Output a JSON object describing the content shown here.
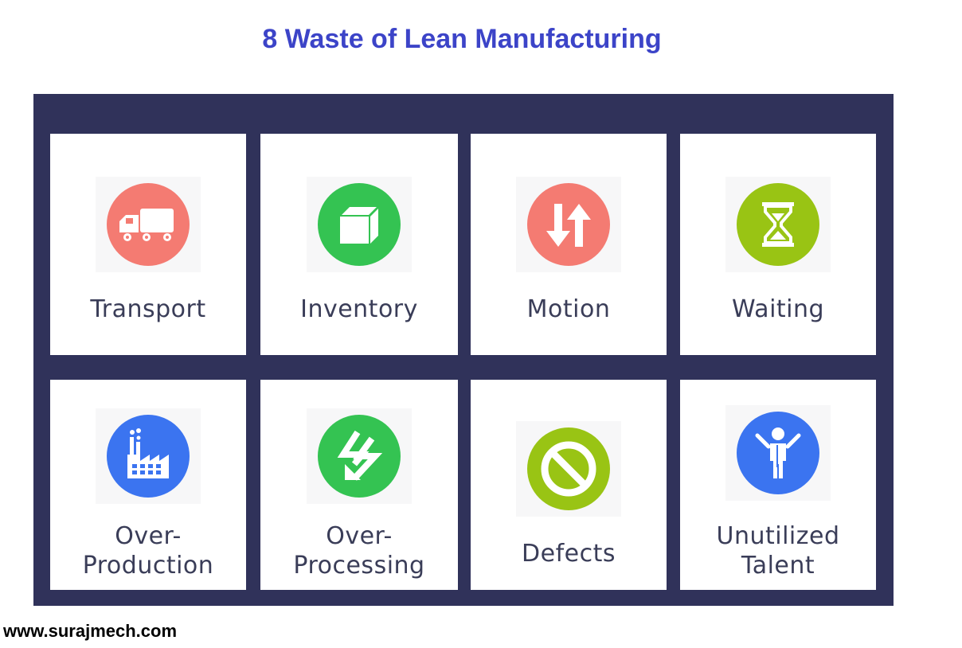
{
  "title": "8 Waste of Lean Manufacturing",
  "colors": {
    "title": "#3c44c8",
    "board": "#30325a",
    "salmon": "#f47b72",
    "green": "#34c352",
    "lime": "#99c414",
    "blue": "#3b74f0",
    "label": "#3a3d58"
  },
  "wastes": [
    {
      "label": "Transport",
      "icon": "truck-icon",
      "color": "#f47b72"
    },
    {
      "label": "Inventory",
      "icon": "box-icon",
      "color": "#34c352"
    },
    {
      "label": "Motion",
      "icon": "arrows-up-down-icon",
      "color": "#f47b72"
    },
    {
      "label": "Waiting",
      "icon": "hourglass-icon",
      "color": "#99c414"
    },
    {
      "label_line1": "Over-",
      "label_line2": "Production",
      "icon": "factory-icon",
      "color": "#3b74f0"
    },
    {
      "label_line1": "Over-",
      "label_line2": "Processing",
      "icon": "lightning-arrow-icon",
      "color": "#34c352"
    },
    {
      "label": "Defects",
      "icon": "prohibited-icon",
      "color": "#99c414"
    },
    {
      "label_line1": "Unutilized",
      "label_line2": "Talent",
      "icon": "person-icon",
      "color": "#3b74f0"
    }
  ],
  "footer": "www.surajmech.com"
}
